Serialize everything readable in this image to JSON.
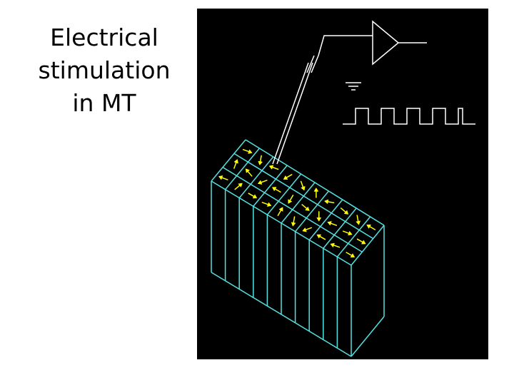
{
  "slide": {
    "title_lines": [
      "Electrical",
      "stimulation",
      "in MT"
    ]
  },
  "figure": {
    "background_color": "#000000",
    "column_color": "#55e0e0",
    "arrow_color": "#ffff00",
    "wire_color": "#ffffff",
    "elements": [
      "electrode",
      "amplifier-icon",
      "ground-icon",
      "pulse-train",
      "cortical-columns",
      "direction-arrows"
    ]
  },
  "colors": {
    "accent": "#55e0e0",
    "arrow": "#ffff00"
  }
}
